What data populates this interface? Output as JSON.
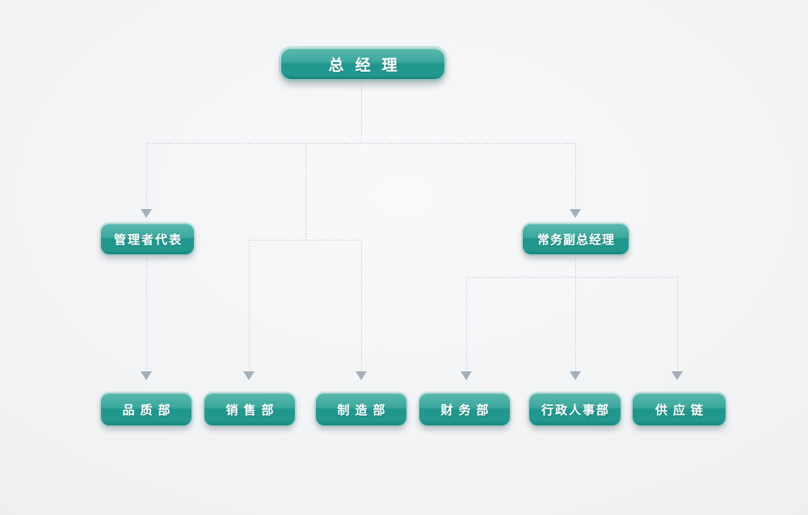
{
  "diagram": {
    "type": "org-chart",
    "nodes": {
      "root": {
        "label": "总经理",
        "level": 1
      },
      "mgmt_rep": {
        "label": "管理者代表",
        "level": 2
      },
      "deputy_gm": {
        "label": "常务副总经理",
        "level": 2
      },
      "quality": {
        "label": "品质部",
        "level": 3
      },
      "sales": {
        "label": "销售部",
        "level": 3
      },
      "manufacturing": {
        "label": "制造部",
        "level": 3
      },
      "finance": {
        "label": "财务部",
        "level": 3
      },
      "admin_hr": {
        "label": "行政人事部",
        "level": 3
      },
      "supply_chain": {
        "label": "供应链",
        "level": 3
      }
    },
    "edges": [
      {
        "from": "root",
        "to": "mgmt_rep"
      },
      {
        "from": "root",
        "to": "deputy_gm"
      },
      {
        "from": "root",
        "to": "sales"
      },
      {
        "from": "root",
        "to": "manufacturing"
      },
      {
        "from": "mgmt_rep",
        "to": "quality"
      },
      {
        "from": "deputy_gm",
        "to": "finance"
      },
      {
        "from": "deputy_gm",
        "to": "admin_hr"
      },
      {
        "from": "deputy_gm",
        "to": "supply_chain"
      }
    ],
    "colors": {
      "node_top": "#5cb8ae",
      "node_bottom": "#1f978d",
      "node_text": "#ffffff",
      "connector": "#c6ccd5",
      "arrow": "#a4afbc",
      "background": "#f1f2f4"
    }
  }
}
